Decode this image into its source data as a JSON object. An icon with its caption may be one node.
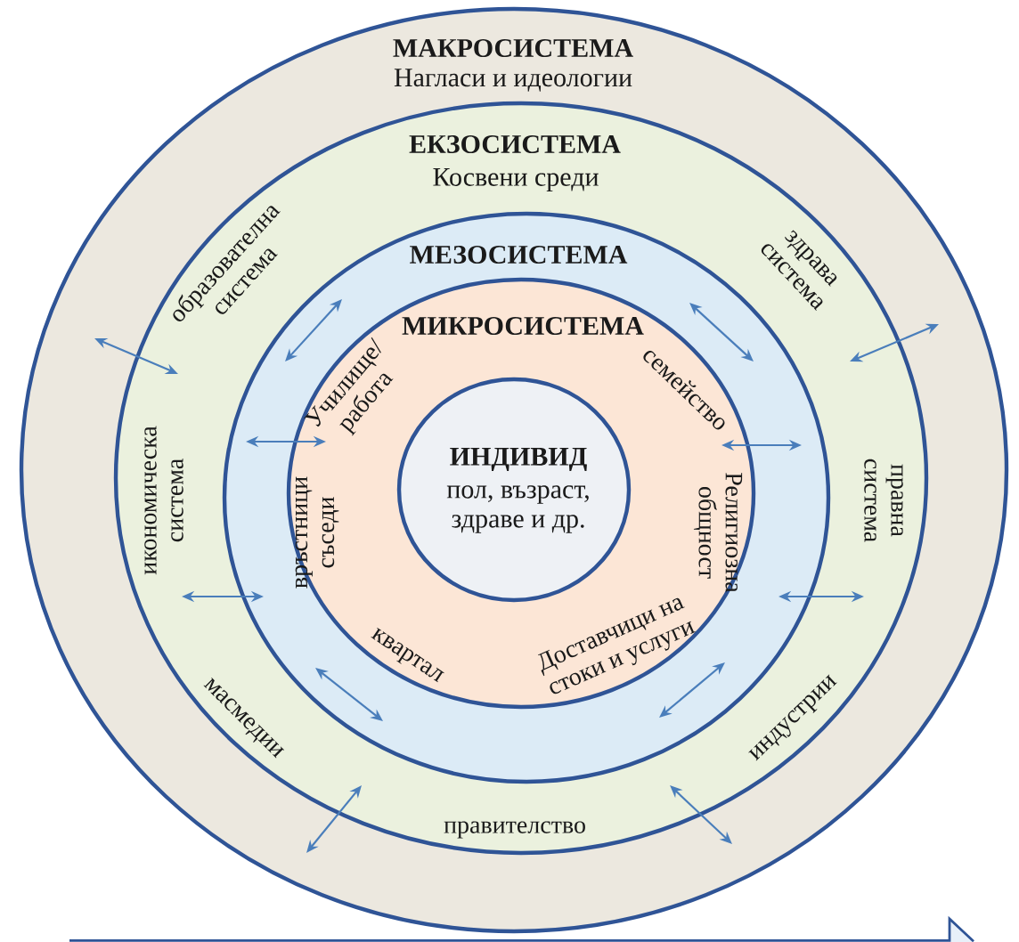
{
  "diagram": {
    "nodes": [
      {
        "text": [
          "МАКРОСИСТЕМА",
          "Нагласи и идеологии"
        ]
      },
      {
        "text": [
          "ЕКЗОСИСТЕМА",
          "Косвени среди",
          "образователна система",
          "здрава система",
          "икономическа система",
          "правна система",
          "масмедии",
          "индустрии",
          "правителство"
        ],
        "in": 0
      },
      {
        "text": [
          "МЕЗОСИСТЕМА"
        ],
        "in": 1
      },
      {
        "text": [
          "МИКРОСИСТЕМА",
          "Училище/ работа",
          "семейство",
          "връстници съседи",
          "Религиозна общност",
          "квартал",
          "Доставчици на стоки и услуги"
        ],
        "in": 2
      },
      {
        "text": [
          "ИНДИВИД",
          "пол, възраст, здраве и др."
        ],
        "in": 3
      }
    ]
  }
}
